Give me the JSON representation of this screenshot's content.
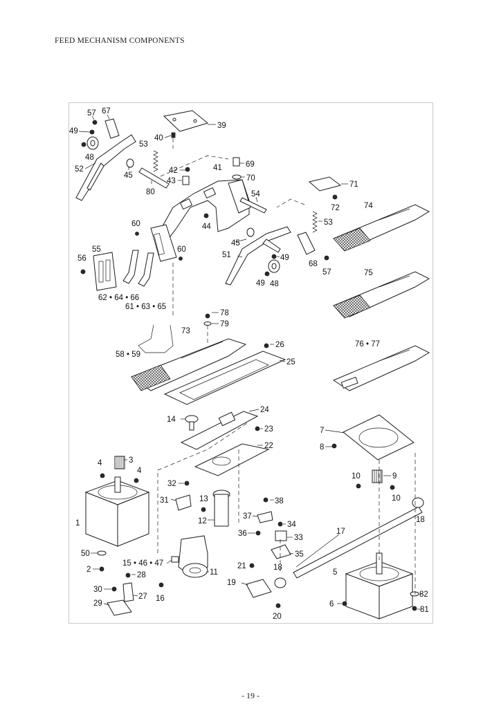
{
  "header": {
    "title": "FEED MECHANISM COMPONENTS"
  },
  "footer": {
    "page_number": "- 19 -"
  },
  "callouts": {
    "c1": "1",
    "c2": "2",
    "c3": "3",
    "c4a": "4",
    "c4b": "4",
    "c5": "5",
    "c6": "6",
    "c7": "7",
    "c8": "8",
    "c9": "9",
    "c10a": "10",
    "c10b": "10",
    "c11": "11",
    "c12": "12",
    "c13": "13",
    "c14": "14",
    "c15": "15 • 46 • 47",
    "c16": "16",
    "c17": "17",
    "c18a": "18",
    "c18b": "18",
    "c19": "19",
    "c20": "20",
    "c21": "21",
    "c22": "22",
    "c23": "23",
    "c24": "24",
    "c25": "25",
    "c26": "26",
    "c27": "27",
    "c28": "28",
    "c29": "29",
    "c30": "30",
    "c31": "31",
    "c32": "32",
    "c33": "33",
    "c34": "34",
    "c35": "35",
    "c36": "36",
    "c37": "37",
    "c38": "38",
    "c39": "39",
    "c40": "40",
    "c41": "41",
    "c42": "42",
    "c43": "43",
    "c44": "44",
    "c45a": "45",
    "c45b": "45",
    "c48a": "48",
    "c48b": "48",
    "c49a": "49",
    "c49b": "49",
    "c49c": "49",
    "c50": "50",
    "c51": "51",
    "c52": "52",
    "c53a": "53",
    "c53b": "53",
    "c54": "54",
    "c55": "55",
    "c56": "56",
    "c57a": "57",
    "c57b": "57",
    "c58": "58 • 59",
    "c60a": "60",
    "c60b": "60",
    "c61": "61 • 63 • 65",
    "c62": "62 • 64 • 66",
    "c67": "67",
    "c68": "68",
    "c69": "69",
    "c70": "70",
    "c71": "71",
    "c72": "72",
    "c73": "73",
    "c74": "74",
    "c75": "75",
    "c76": "76 • 77",
    "c78": "78",
    "c79": "79",
    "c80": "80",
    "c81": "81",
    "c82": "82"
  }
}
